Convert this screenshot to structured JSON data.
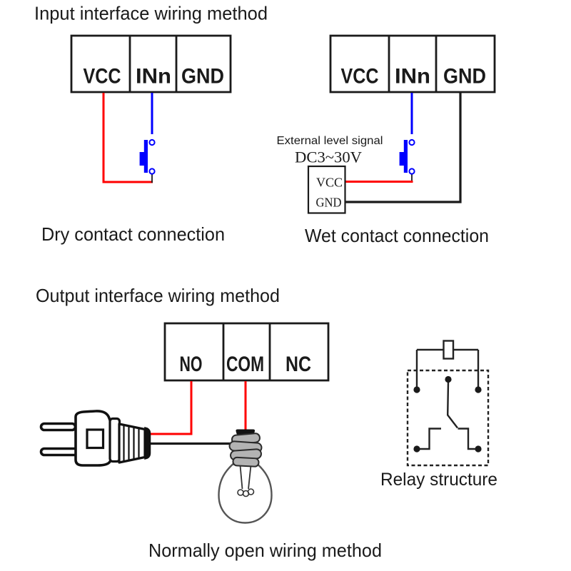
{
  "colors": {
    "wire_red": "#ff0000",
    "wire_blue": "#0000ff",
    "line_black": "#1a1a1a",
    "bulb_base_gray": "#b3b3b3"
  },
  "input": {
    "title": "Input interface wiring method",
    "dry": {
      "t1": "VCC",
      "t2": "INn",
      "t3": "GND",
      "caption": "Dry contact connection"
    },
    "wet": {
      "t1": "VCC",
      "t2": "INn",
      "t3": "GND",
      "ext_line1": "External level signal",
      "ext_line2": "DC3~30V",
      "ext_t1": "VCC",
      "ext_t2": "GND",
      "caption": "Wet contact connection"
    }
  },
  "output": {
    "title": "Output interface wiring method",
    "t1": "NO",
    "t2": "COM",
    "t3": "NC",
    "caption": "Normally open wiring method",
    "relay_caption": "Relay structure"
  }
}
